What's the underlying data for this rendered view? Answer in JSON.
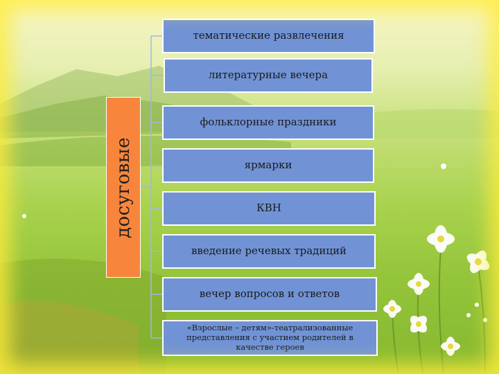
{
  "diagram": {
    "root": {
      "label": "досуговые",
      "color": "#f7863c"
    },
    "node_color": "#7193d6",
    "items": [
      {
        "label": "тематические развлечения"
      },
      {
        "label": "литературные вечера"
      },
      {
        "label": "фольклорные праздники"
      },
      {
        "label": "ярмарки"
      },
      {
        "label": "КВН"
      },
      {
        "label": "введение речевых традиций"
      },
      {
        "label": "вечер вопросов и ответов"
      },
      {
        "label": "«Взрослые – детям»-театрализованные представления с участием родителей в качестве героев"
      }
    ]
  }
}
